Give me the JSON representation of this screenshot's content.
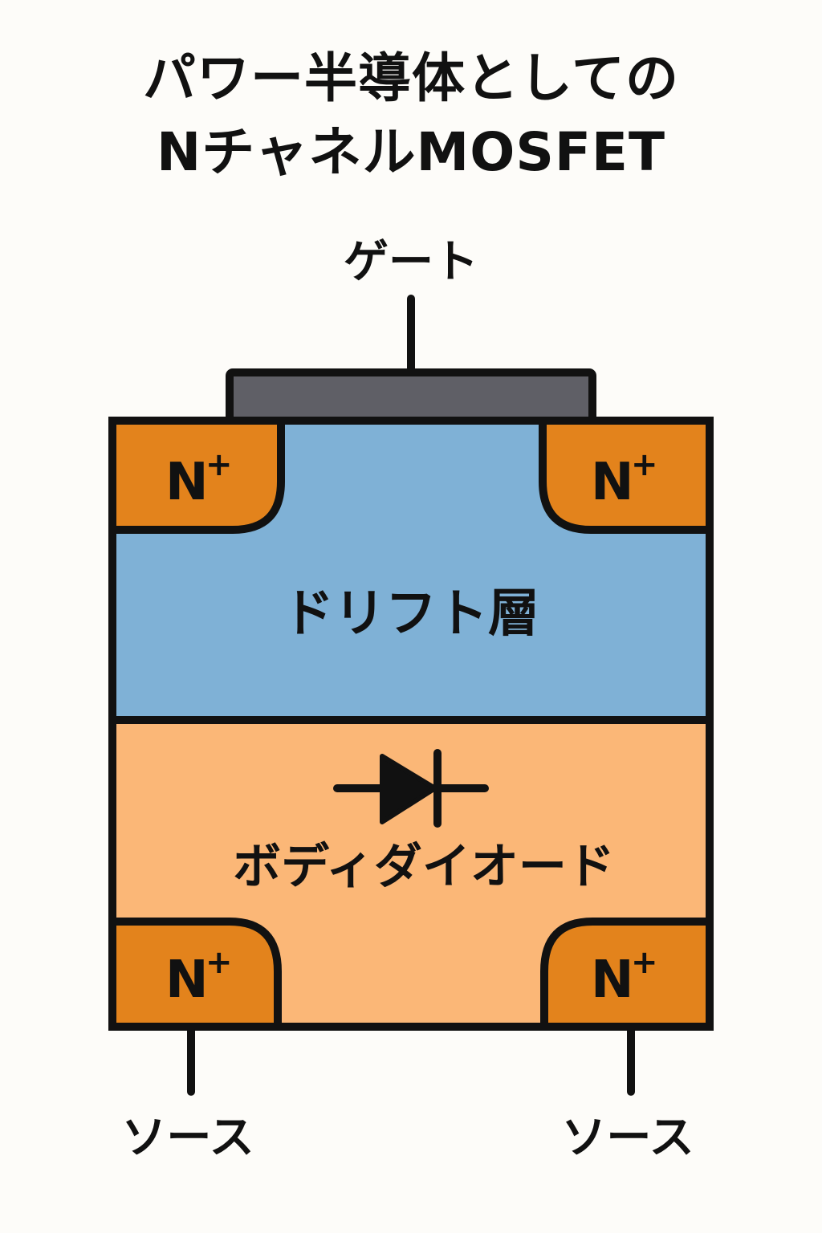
{
  "title": {
    "line1": "パワー半導体としての",
    "line2": "NチャネルMOSFET"
  },
  "labels": {
    "gate": "ゲート",
    "drift_layer": "ドリフト層",
    "body_diode": "ボディダイオード",
    "source_left": "ソース",
    "source_right": "ソース",
    "n_plus_main": "N",
    "n_plus_sup": "+"
  },
  "colors": {
    "background": "#fdfcf9",
    "outline": "#111111",
    "gate_metal": "#5f5f66",
    "n_plus_region": "#e3831c",
    "drift_layer": "#7fb1d6",
    "body_region": "#fbb777"
  },
  "icons": {
    "body_diode_symbol": "diode-icon"
  }
}
